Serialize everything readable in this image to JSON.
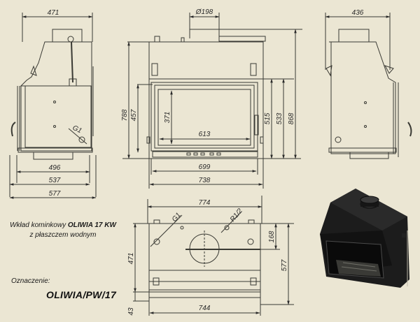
{
  "title": {
    "prefix": "Wkład kominkowy ",
    "product": "OLIWIA 17 KW",
    "subtitle": "z płaszczem wodnym"
  },
  "designation": {
    "label": "Oznaczenie:",
    "code": "OLIWIA/PW/17"
  },
  "side_view_left": {
    "dimensions": {
      "top_width": "471",
      "width_1": "496",
      "width_2": "537",
      "width_3": "577"
    },
    "connection_label": "G1"
  },
  "front_view": {
    "dimensions": {
      "flue_diameter": "Ø198",
      "height_total": "788",
      "door_height": "457",
      "glass_height": "371",
      "glass_width": "613",
      "door_width": "699",
      "body_width": "738",
      "right_h1": "515",
      "right_h2": "533",
      "right_h3": "868"
    }
  },
  "side_view_right": {
    "dimensions": {
      "top_width": "436"
    }
  },
  "top_view": {
    "dimensions": {
      "width_top": "774",
      "width_bottom": "744",
      "depth_left": "471",
      "depth_bottom": "43",
      "offset_right": "168",
      "depth_right": "577"
    },
    "connection_labels": {
      "left": "G1",
      "right": "R1/2"
    }
  },
  "colors": {
    "background": "#ebe6d3",
    "line": "#3a3a34",
    "render_body": "#1c1c1c"
  }
}
